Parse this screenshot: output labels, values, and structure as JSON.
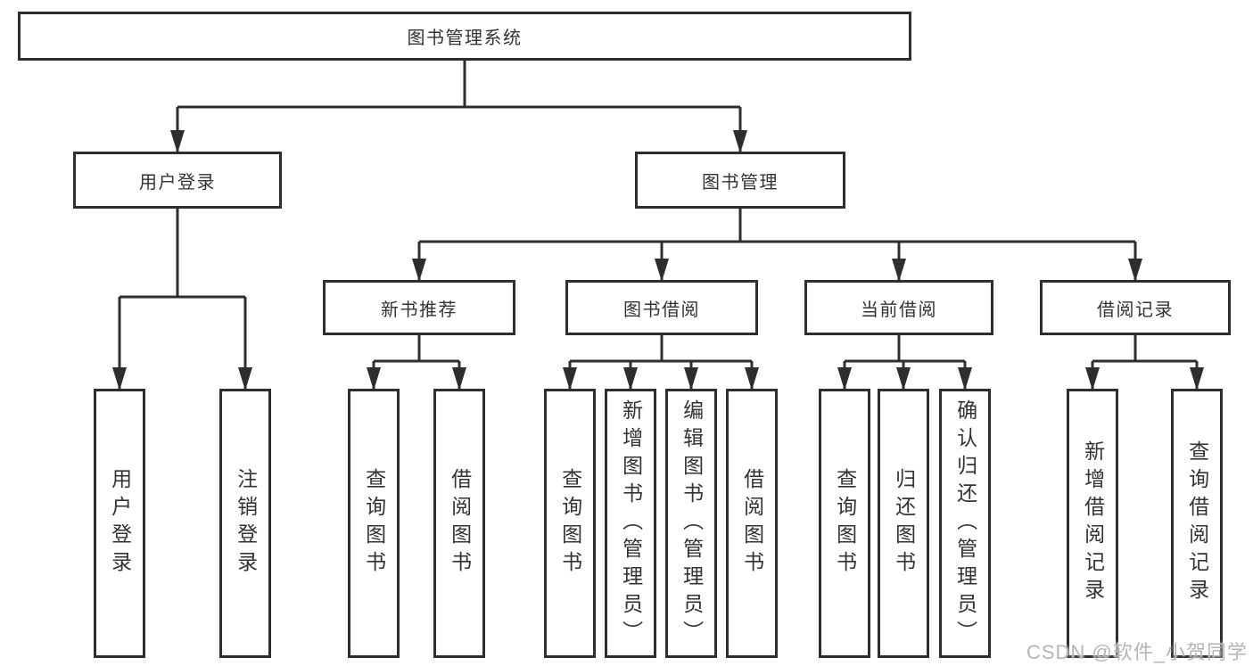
{
  "tree": {
    "root": {
      "label": "图书管理系统",
      "children": [
        {
          "label": "用户登录",
          "children": [
            {
              "label": "用户登录"
            },
            {
              "label": "注销登录"
            }
          ]
        },
        {
          "label": "图书管理",
          "children": [
            {
              "label": "新书推荐",
              "children": [
                {
                  "label": "查询图书"
                },
                {
                  "label": "借阅图书"
                }
              ]
            },
            {
              "label": "图书借阅",
              "children": [
                {
                  "label": "查询图书"
                },
                {
                  "label": "新增图书（管理员）"
                },
                {
                  "label": "编辑图书（管理员）"
                },
                {
                  "label": "借阅图书"
                }
              ]
            },
            {
              "label": "当前借阅",
              "children": [
                {
                  "label": "查询图书"
                },
                {
                  "label": "归还图书"
                },
                {
                  "label": "确认归还（管理员）"
                }
              ]
            },
            {
              "label": "借阅记录",
              "children": [
                {
                  "label": "新增借阅记录"
                },
                {
                  "label": "查询借阅记录"
                }
              ]
            }
          ]
        }
      ]
    }
  },
  "watermark": {
    "text": "CSDN @软件_小贺同学"
  },
  "colors": {
    "line": "#2e2e2e",
    "text": "#333333",
    "watermark": "#b5b5b5",
    "background": "#ffffff"
  }
}
